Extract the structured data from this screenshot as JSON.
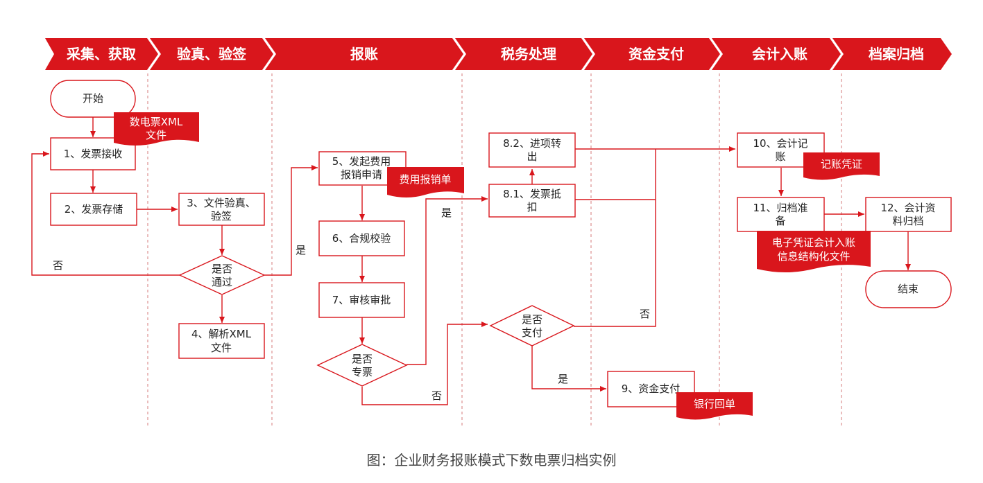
{
  "colors": {
    "red": "#d9161c",
    "white": "#ffffff",
    "caption": "#444444",
    "dash": "#d47a7a"
  },
  "phases": [
    "采集、获取",
    "验真、验签",
    "报账",
    "税务处理",
    "资金支付",
    "会计入账",
    "档案归档"
  ],
  "nodes": {
    "start": "开始",
    "n1": "1、发票接收",
    "n2": "2、发票存储",
    "n3": [
      "3、文件验真、",
      "验签"
    ],
    "d1": [
      "是否",
      "通过"
    ],
    "n4": [
      "4、解析XML",
      "文件"
    ],
    "n5": [
      "5、发起费用",
      "报销申请"
    ],
    "n6": "6、合规校验",
    "n7": "7、审核审批",
    "d2": [
      "是否",
      "专票"
    ],
    "n82": [
      "8.2、进项转",
      "出"
    ],
    "n81": [
      "8.1、发票抵",
      "扣"
    ],
    "d3": [
      "是否",
      "支付"
    ],
    "n9": "9、资金支付",
    "n10": [
      "10、会计记",
      "账"
    ],
    "n11": [
      "11、归档准",
      "备"
    ],
    "n12": [
      "12、会计资",
      "料归档"
    ],
    "end": "结束"
  },
  "documents": {
    "xml": [
      "数电票XML",
      "文件"
    ],
    "expense": "费用报销单",
    "voucher": "记账凭证",
    "einfo": [
      "电子凭证会计入账",
      "信息结构化文件"
    ],
    "bank": "银行回单"
  },
  "edge_labels": {
    "yes": "是",
    "no": "否"
  },
  "caption": "图：企业财务报账模式下数电票归档实例"
}
